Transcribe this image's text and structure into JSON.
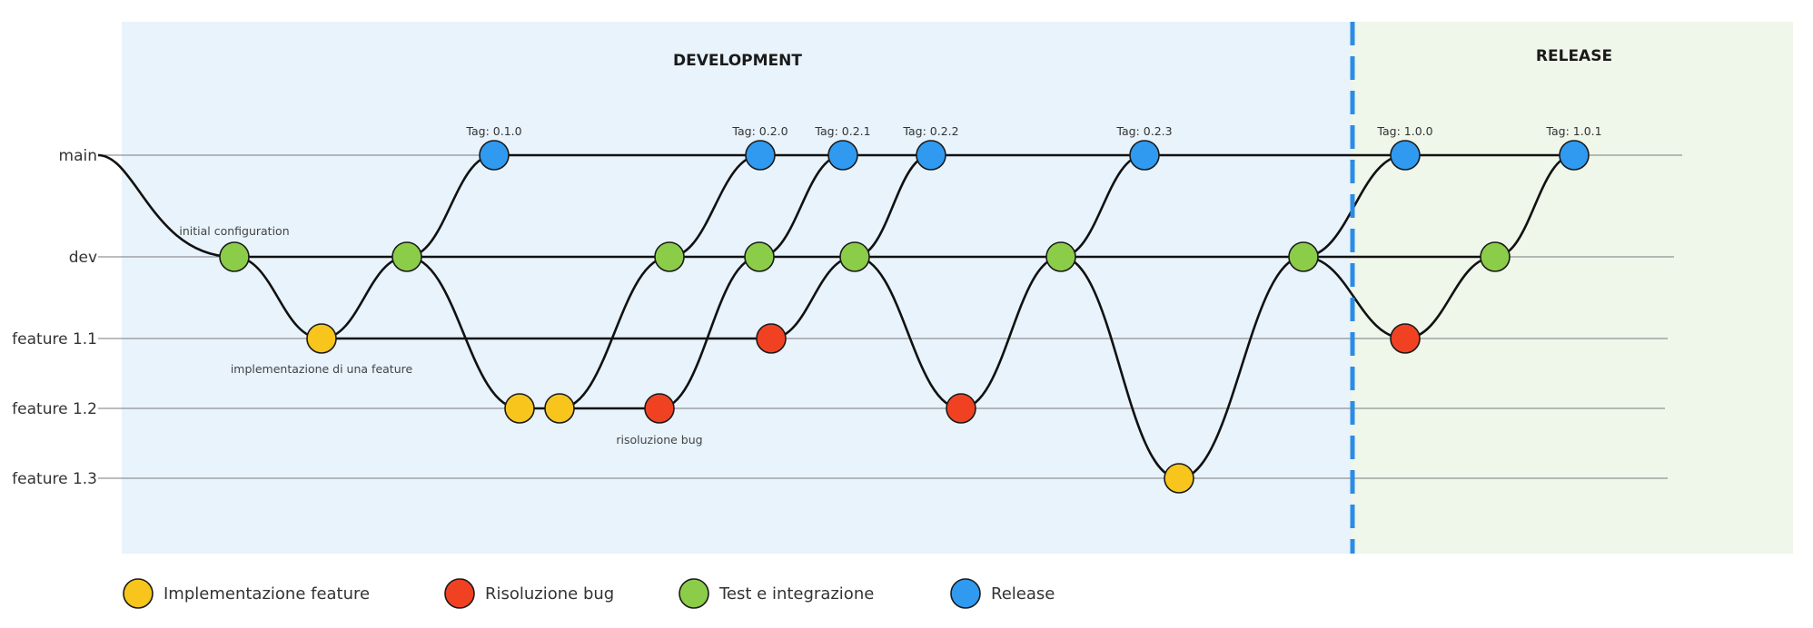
{
  "zones": {
    "development": {
      "title": "DEVELOPMENT",
      "color": "#e8f3fc"
    },
    "release": {
      "title": "RELEASE",
      "color": "#eff6ea"
    }
  },
  "separator_color": "#2b8ce6",
  "colors": {
    "feature": "#f7c51b",
    "bug": "#f04223",
    "test": "#8bcd48",
    "release": "#2f9af0"
  },
  "branches": [
    {
      "id": "main",
      "label": "main"
    },
    {
      "id": "dev",
      "label": "dev"
    },
    {
      "id": "f11",
      "label": "feature 1.1"
    },
    {
      "id": "f12",
      "label": "feature 1.2"
    },
    {
      "id": "f13",
      "label": "feature 1.3"
    }
  ],
  "commits": [
    {
      "id": "d1",
      "branch": "dev",
      "type": "test"
    },
    {
      "id": "f11a",
      "branch": "f11",
      "type": "feature"
    },
    {
      "id": "d2",
      "branch": "dev",
      "type": "test"
    },
    {
      "id": "m1",
      "branch": "main",
      "type": "release",
      "tag": "Tag: 0.1.0"
    },
    {
      "id": "f12a",
      "branch": "f12",
      "type": "feature"
    },
    {
      "id": "f12b",
      "branch": "f12",
      "type": "feature"
    },
    {
      "id": "f12c",
      "branch": "f12",
      "type": "bug"
    },
    {
      "id": "d3",
      "branch": "dev",
      "type": "test"
    },
    {
      "id": "m2",
      "branch": "main",
      "type": "release",
      "tag": "Tag: 0.2.0"
    },
    {
      "id": "d4",
      "branch": "dev",
      "type": "test"
    },
    {
      "id": "f11b",
      "branch": "f11",
      "type": "bug"
    },
    {
      "id": "m3",
      "branch": "main",
      "type": "release",
      "tag": "Tag: 0.2.1"
    },
    {
      "id": "d5",
      "branch": "dev",
      "type": "test"
    },
    {
      "id": "m4",
      "branch": "main",
      "type": "release",
      "tag": "Tag: 0.2.2"
    },
    {
      "id": "f12d",
      "branch": "f12",
      "type": "bug"
    },
    {
      "id": "d6",
      "branch": "dev",
      "type": "test"
    },
    {
      "id": "m5",
      "branch": "main",
      "type": "release",
      "tag": "Tag: 0.2.3"
    },
    {
      "id": "f13a",
      "branch": "f13",
      "type": "feature"
    },
    {
      "id": "d7",
      "branch": "dev",
      "type": "test"
    },
    {
      "id": "m6",
      "branch": "main",
      "type": "release",
      "tag": "Tag: 1.0.0"
    },
    {
      "id": "f11c",
      "branch": "f11",
      "type": "bug"
    },
    {
      "id": "d8",
      "branch": "dev",
      "type": "test"
    },
    {
      "id": "m7",
      "branch": "main",
      "type": "release",
      "tag": "Tag: 1.0.1"
    }
  ],
  "annotations": [
    {
      "commit": "d1",
      "text": "initial configuration"
    },
    {
      "commit": "f11a",
      "text": "implementazione di una feature"
    },
    {
      "commit": "f12c",
      "text": "risoluzione bug"
    }
  ],
  "legend": [
    {
      "type": "feature",
      "label": "Implementazione feature"
    },
    {
      "type": "bug",
      "label": "Risoluzione bug"
    },
    {
      "type": "test",
      "label": "Test e integrazione"
    },
    {
      "type": "release",
      "label": "Release"
    }
  ]
}
